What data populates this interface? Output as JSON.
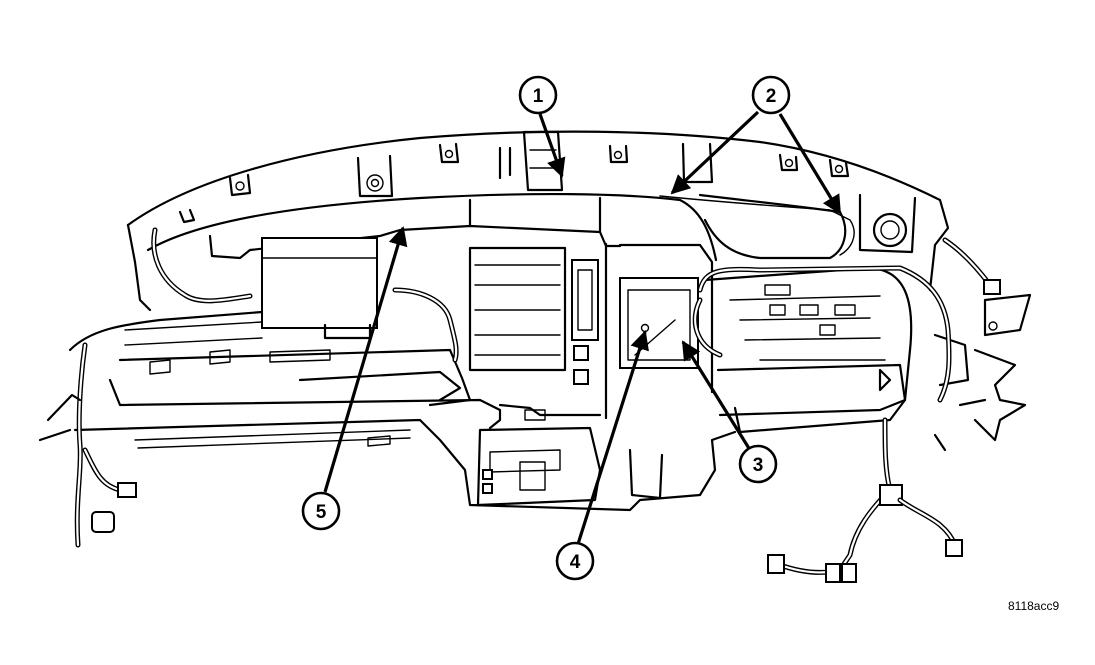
{
  "callouts": [
    {
      "number": "1"
    },
    {
      "number": "2"
    },
    {
      "number": "3"
    },
    {
      "number": "4"
    },
    {
      "number": "5"
    }
  ],
  "figure_id": "8118acc9"
}
